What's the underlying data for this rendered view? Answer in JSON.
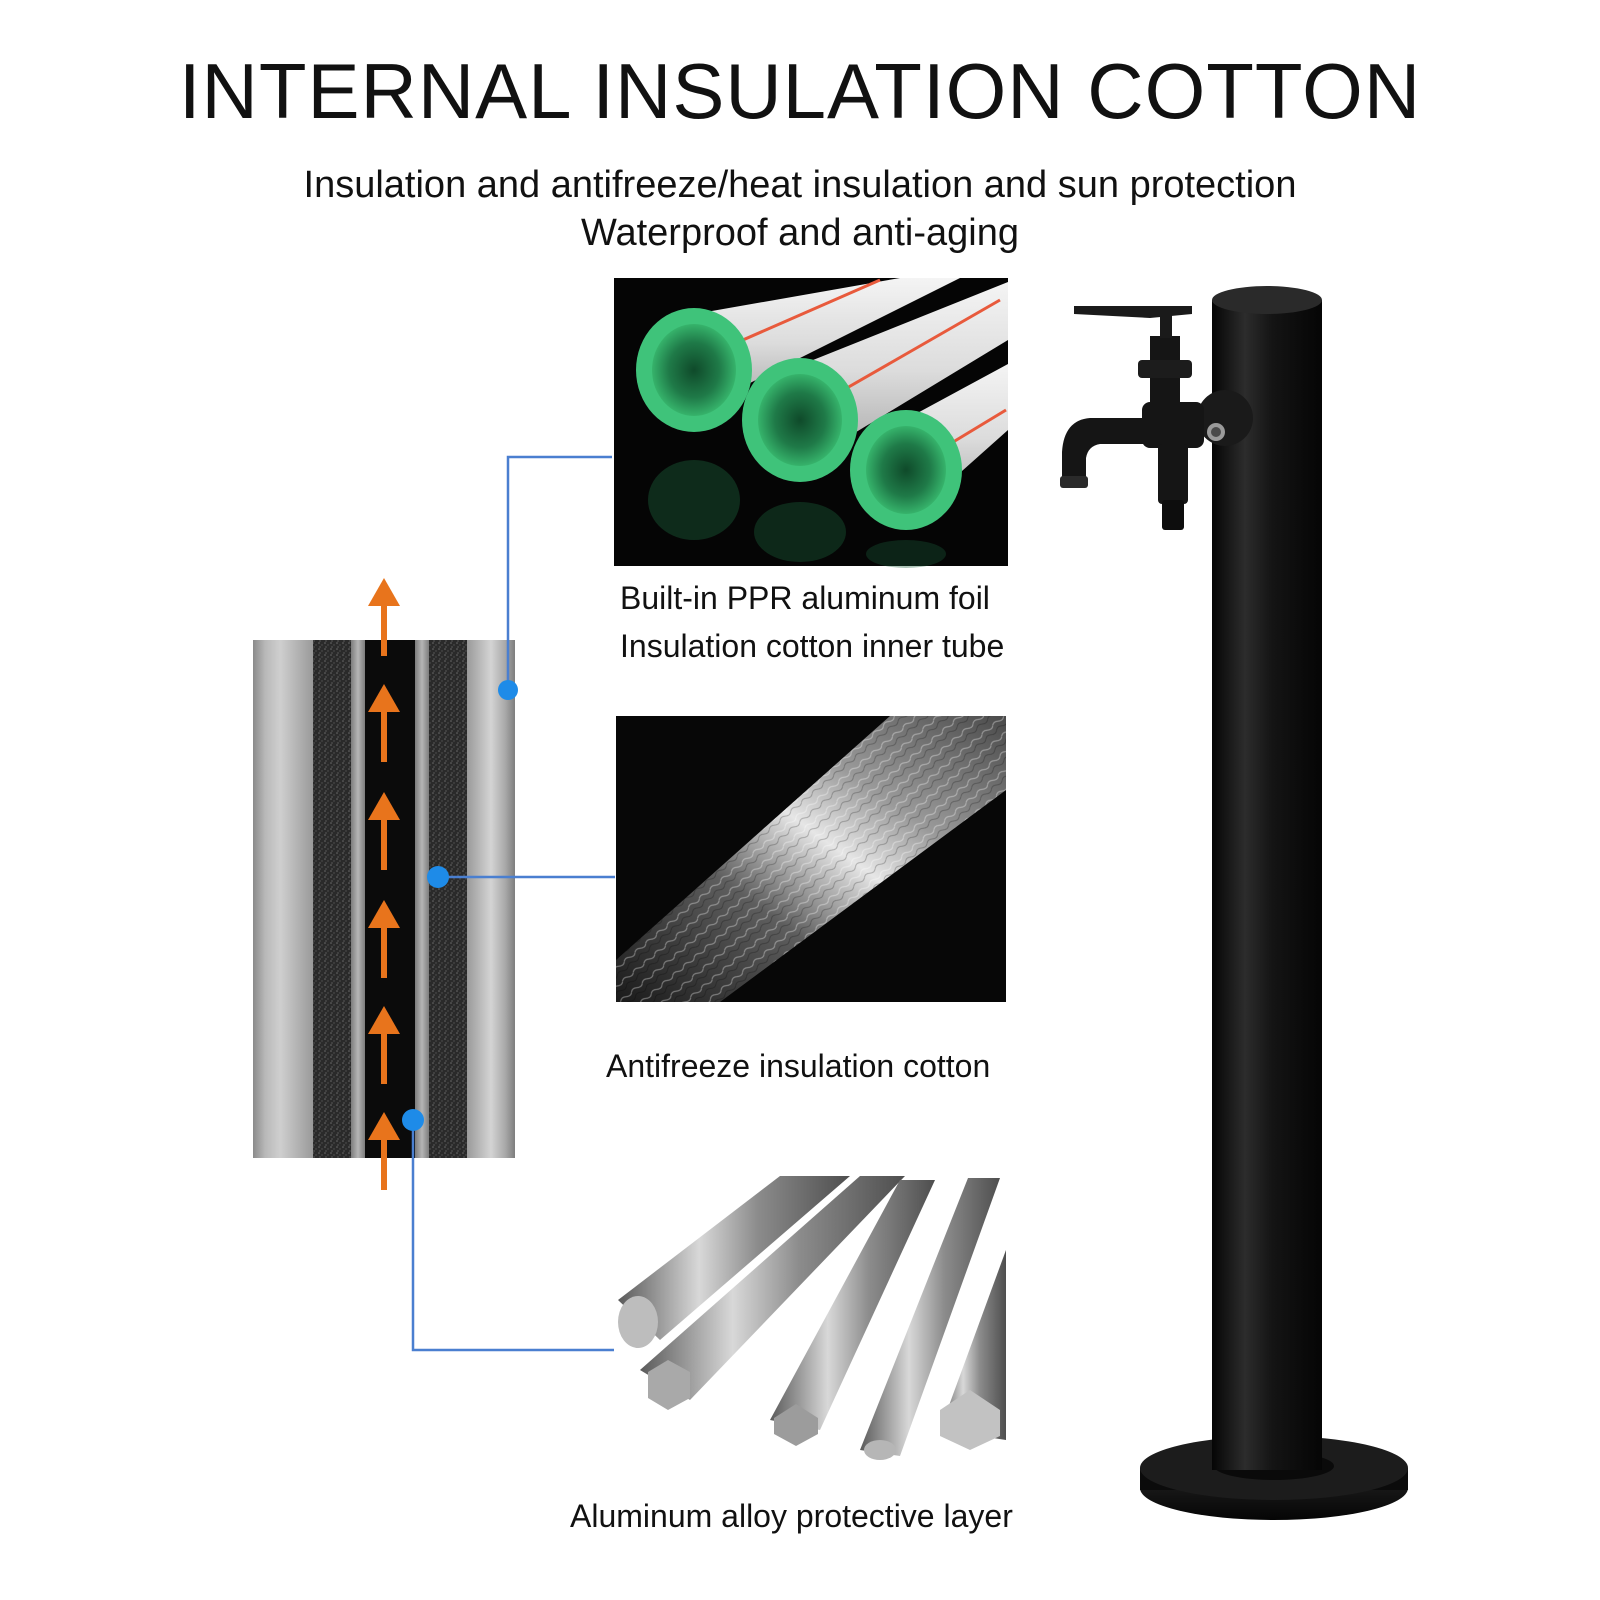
{
  "title": "INTERNAL INSULATION COTTON",
  "subtitle_lines": [
    "Insulation and antifreeze/heat insulation and sun protection",
    "Waterproof and anti-aging"
  ],
  "layers": [
    {
      "label_lines": [
        "Built-in PPR aluminum foil",
        "Insulation cotton inner tube"
      ],
      "image": "green-ppr-pipes"
    },
    {
      "label_lines": [
        "Antifreeze insulation cotton"
      ],
      "image": "aluminum-foil-insulation"
    },
    {
      "label_lines": [
        "Aluminum alloy protective layer"
      ],
      "image": "aluminum-alloy-rods"
    }
  ],
  "colors": {
    "connector": "#4a7fd0",
    "dot": "#1e8be8",
    "arrow": "#e8741c",
    "ppr_green": "#3fc37a",
    "ppr_red_stripe": "#e85a3c",
    "faucet_black": "#151515"
  },
  "icons": [
    "upward-flow-arrow-icon",
    "connector-dot-icon",
    "garden-faucet-post"
  ]
}
